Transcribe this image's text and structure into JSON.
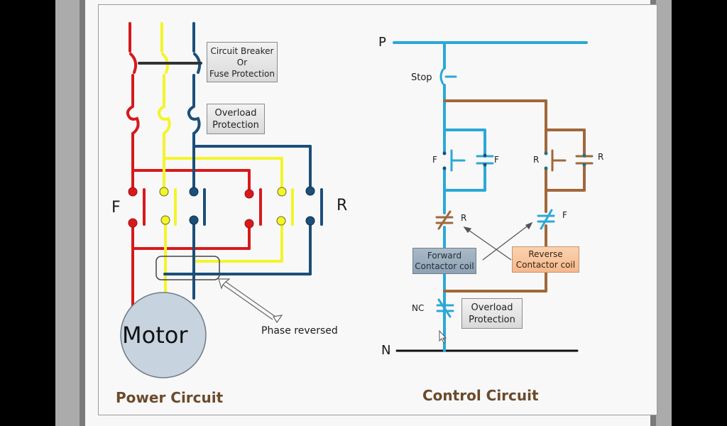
{
  "colors": {
    "phase_red": "#d7191c",
    "phase_yellow": "#f4f42a",
    "phase_blue": "#1b4f7a",
    "control_blue": "#2aa8d8",
    "control_brown": "#a0673a",
    "neutral_black": "#111111",
    "title_brown": "#6b4a2a"
  },
  "power_circuit": {
    "title": "Power Circuit",
    "breaker_label_line1": "Circuit Breaker",
    "breaker_label_line2": "Or",
    "breaker_label_line3": "Fuse Protection",
    "overload_label_line1": "Overload",
    "overload_label_line2": "Protection",
    "forward_contactor_label": "F",
    "reverse_contactor_label": "R",
    "motor_label": "Motor",
    "phase_reversed_label": "Phase reversed"
  },
  "control_circuit": {
    "title": "Control Circuit",
    "supply_label": "P",
    "neutral_label": "N",
    "stop_label": "Stop",
    "forward_start_label": "F",
    "forward_hold_label": "F",
    "reverse_start_label": "R",
    "reverse_hold_label": "R",
    "forward_interlock_label": "R",
    "reverse_interlock_label": "F",
    "forward_coil_line1": "Forward",
    "forward_coil_line2": "Contactor coil",
    "reverse_coil_line1": "Reverse",
    "reverse_coil_line2": "Contactor coil",
    "nc_label": "NC",
    "overload_label_line1": "Overload",
    "overload_label_line2": "Protection"
  }
}
